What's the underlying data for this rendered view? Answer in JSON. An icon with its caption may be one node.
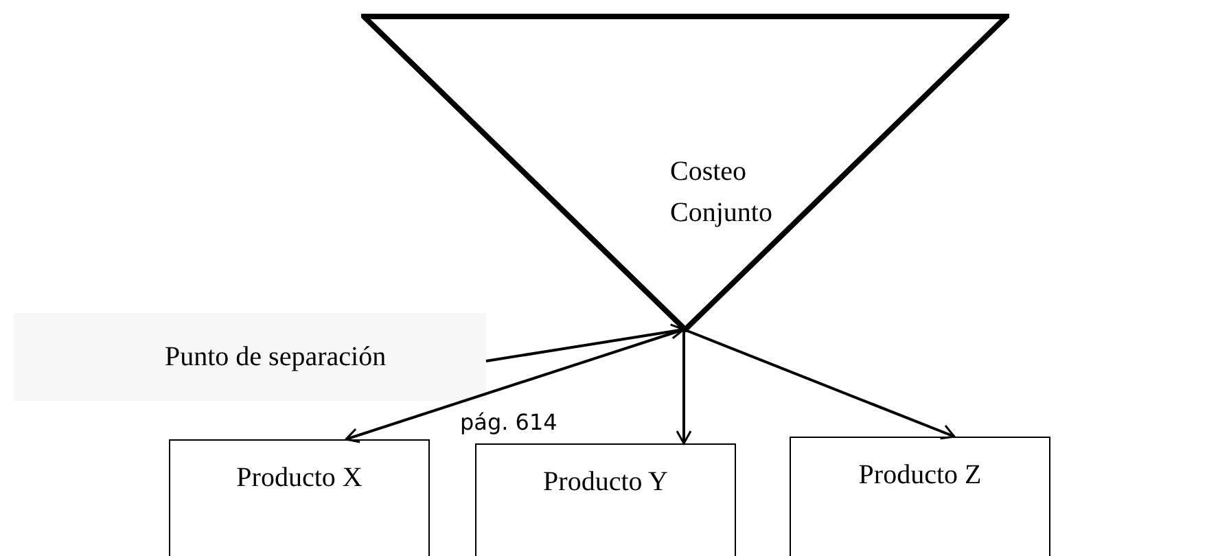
{
  "diagram": {
    "nodes": [
      {
        "text": [
          "Costeo Conjunto"
        ]
      },
      {
        "text": [
          "Punto de separación"
        ]
      },
      {
        "text": [
          "Producto X"
        ]
      },
      {
        "text": [
          "Producto Y"
        ]
      },
      {
        "text": [
          "Producto Z"
        ]
      }
    ],
    "edges": [
      {
        "from": 1,
        "to": 0,
        "arrow": "to"
      },
      {
        "from": 0,
        "to": 2,
        "arrow": "to"
      },
      {
        "from": 0,
        "to": 3,
        "arrow": "to"
      },
      {
        "from": 0,
        "to": 4,
        "arrow": "to"
      }
    ],
    "labels": [
      "pág. 614"
    ]
  }
}
